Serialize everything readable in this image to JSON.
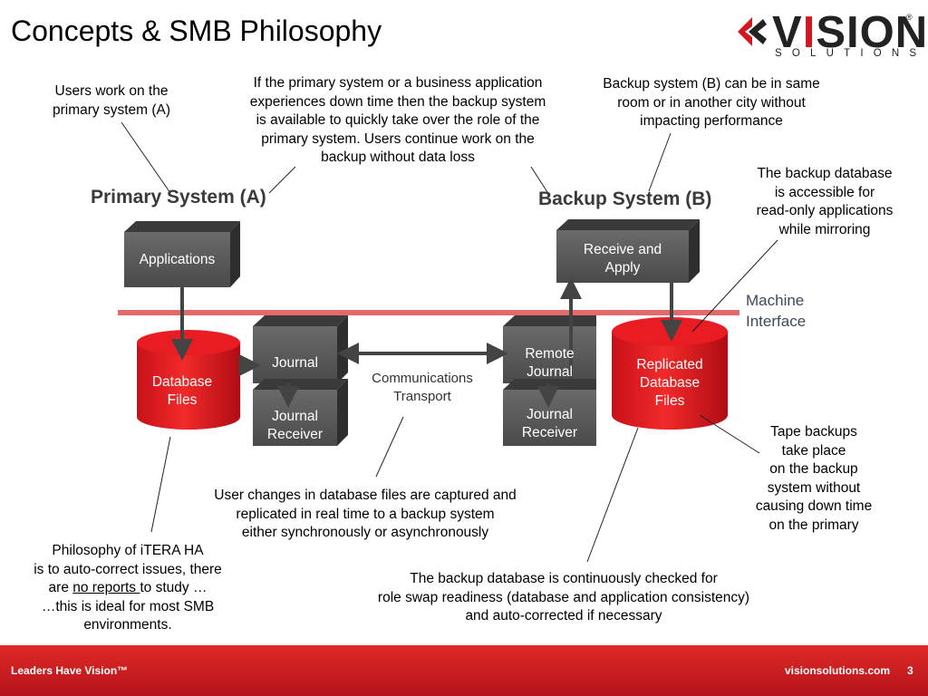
{
  "slide": {
    "title": "Concepts & SMB Philosophy"
  },
  "logo": {
    "word_dark_1": "V",
    "word_red": "I",
    "word_dark_2": "SION",
    "reg": "®",
    "subtitle": "SOLUTIONS"
  },
  "annotations": {
    "users_primary": [
      "Users work on the",
      "primary system (A)"
    ],
    "downtime": [
      "If the primary system or a business application",
      "experiences down time then the backup system",
      "is available to quickly take over the role of the",
      "primary system.  Users continue work on the",
      "backup without data loss"
    ],
    "backup_location": [
      "Backup system (B) can be in same",
      "room or in another city without",
      "impacting performance"
    ],
    "readonly": [
      "The backup database",
      "is accessible for",
      "read-only applications",
      "while mirroring"
    ],
    "tape": [
      "Tape backups",
      "take place",
      "on the backup",
      "system without",
      "causing down time",
      "on the primary"
    ],
    "user_changes": [
      "User changes in database files are captured and",
      "replicated in real time to a backup system",
      "either synchronously or asynchronously"
    ],
    "philosophy": {
      "line1": "Philosophy of iTERA HA",
      "line2": "is to auto-correct issues, there",
      "line3_pre": "are ",
      "line3_underlined": "no reports ",
      "line3_post": "to study …",
      "line4": "…this is ideal for most SMB",
      "line5": "environments."
    },
    "checked": [
      "The backup database is continuously checked for",
      "role swap readiness (database and application consistency)",
      "and auto-corrected if necessary"
    ]
  },
  "diagram": {
    "primary_label": "Primary System (A)",
    "backup_label": "Backup System (B)",
    "applications": "Applications",
    "receive_apply": [
      "Receive and",
      "Apply"
    ],
    "journal": "Journal",
    "journal_receiver": [
      "Journal",
      "Receiver"
    ],
    "remote_journal": [
      "Remote",
      "Journal"
    ],
    "remote_journal_receiver": [
      "Journal",
      "Receiver"
    ],
    "database_files": [
      "Database",
      "Files"
    ],
    "replicated_files": [
      "Replicated",
      "Database",
      "Files"
    ],
    "machine_interface": [
      "Machine",
      "Interface"
    ],
    "comms": [
      "Communications",
      "Transport"
    ]
  },
  "footer": {
    "left": "Leaders Have Vision™",
    "right": "visionsolutions.com",
    "page": "3"
  },
  "colors": {
    "accent_red": "#d9151c",
    "box_gray": "#555555",
    "interface_line": "#e26a6a"
  }
}
